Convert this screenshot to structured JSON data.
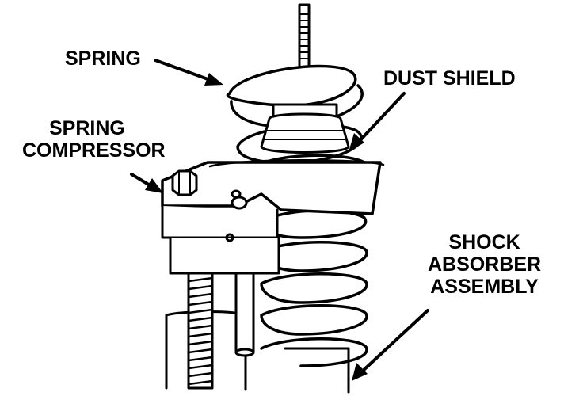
{
  "labels": {
    "spring": "SPRING",
    "dust_shield": "DUST SHIELD",
    "spring_compressor_line1": "SPRING",
    "spring_compressor_line2": "COMPRESSOR",
    "shock_line1": "SHOCK",
    "shock_line2": "ABSORBER",
    "shock_line3": "ASSEMBLY"
  },
  "colors": {
    "ink": "#000000",
    "paper": "#ffffff"
  }
}
